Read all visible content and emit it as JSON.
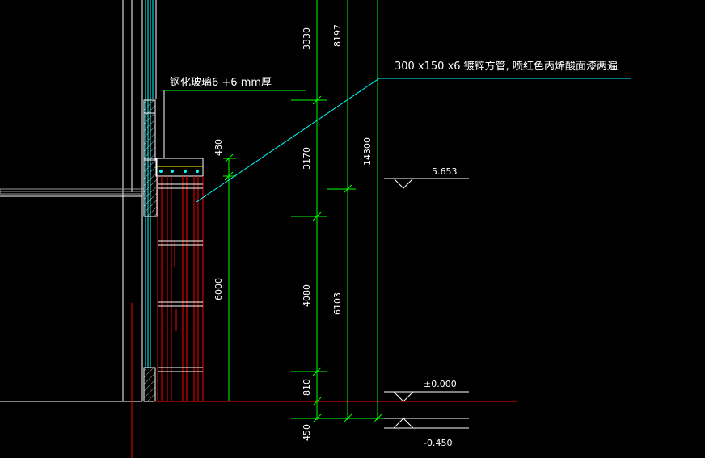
{
  "colors": {
    "background": "#000000",
    "white": "#ffffff",
    "green": "#00ff00",
    "cyan": "#00ffff",
    "red": "#ff0000",
    "yellow": "#ffff00",
    "gray": "#9a9a9a"
  },
  "annotations": {
    "glass_note": "钢化玻璃6 +6 mm厚",
    "pipe_note": "300 x150 x6 镀锌方管, 喷红色丙烯酸面漆两遍"
  },
  "levels": {
    "upper": "5.653",
    "zero": "±0.000",
    "lower": "-0.450"
  },
  "dimensions": {
    "left_column": [
      "480",
      "6000"
    ],
    "middle_column": [
      "3330",
      "3170",
      "4080",
      "810",
      "450"
    ],
    "right_column": [
      "8197",
      "14300",
      "6103"
    ]
  }
}
